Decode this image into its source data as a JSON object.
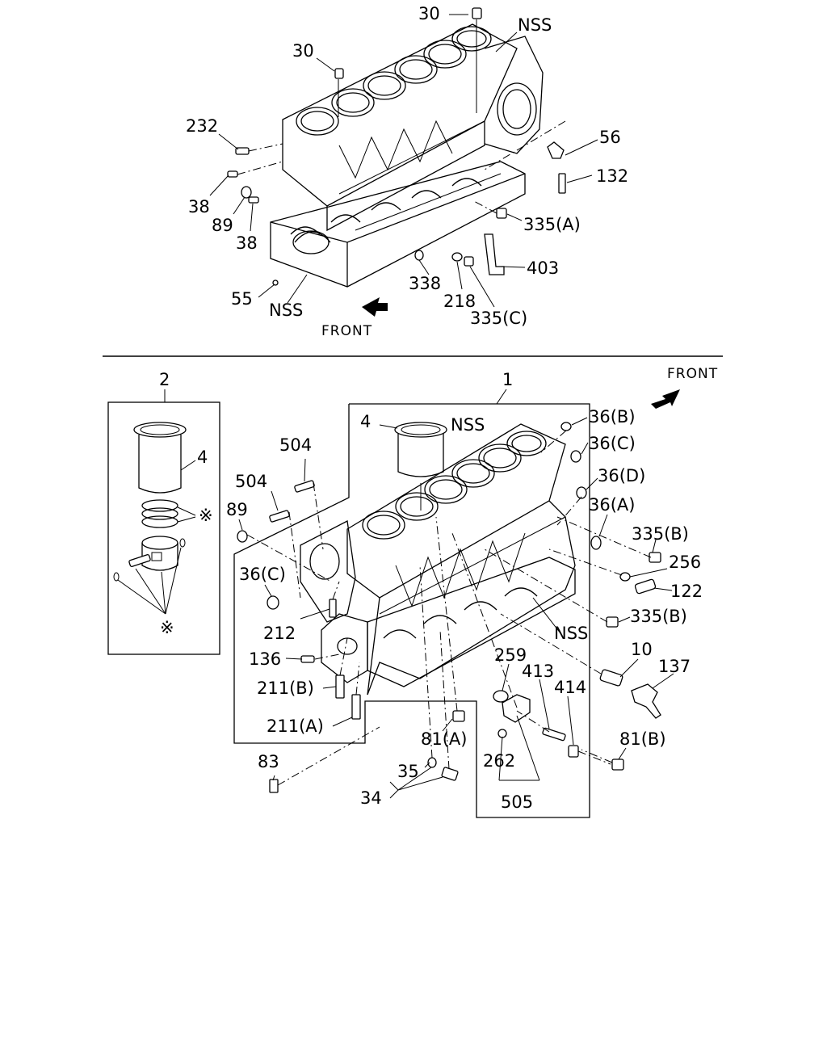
{
  "top_view": {
    "front_label": "FRONT",
    "callouts": {
      "c30a": "30",
      "c30b": "30",
      "nss_top": "NSS",
      "c232": "232",
      "c56": "56",
      "c132": "132",
      "c38a": "38",
      "c89": "89",
      "c38b": "38",
      "c335a": "335(A)",
      "c403": "403",
      "c338": "338",
      "c218": "218",
      "c335c": "335(C)",
      "c55": "55",
      "nss_bottom": "NSS"
    }
  },
  "bottom_view": {
    "front_label": "FRONT",
    "inset": {
      "c2": "2",
      "c4": "4",
      "star_a": "※",
      "star_b": "※"
    },
    "callouts": {
      "c1": "1",
      "c4": "4",
      "nss_a": "NSS",
      "c36b": "36(B)",
      "c36c_r": "36(C)",
      "c36d": "36(D)",
      "c36a": "36(A)",
      "c504a": "504",
      "c504b": "504",
      "c89": "89",
      "c335b_a": "335(B)",
      "c256": "256",
      "c122": "122",
      "c36c_l": "36(C)",
      "c212": "212",
      "c335b_b": "335(B)",
      "nss_b": "NSS",
      "c136": "136",
      "c10": "10",
      "c137": "137",
      "c259": "259",
      "c413": "413",
      "c414": "414",
      "c211b": "211(B)",
      "c211a": "211(A)",
      "c81a": "81(A)",
      "c81b": "81(B)",
      "c262": "262",
      "c83": "83",
      "c35": "35",
      "c34": "34",
      "c505": "505"
    }
  }
}
